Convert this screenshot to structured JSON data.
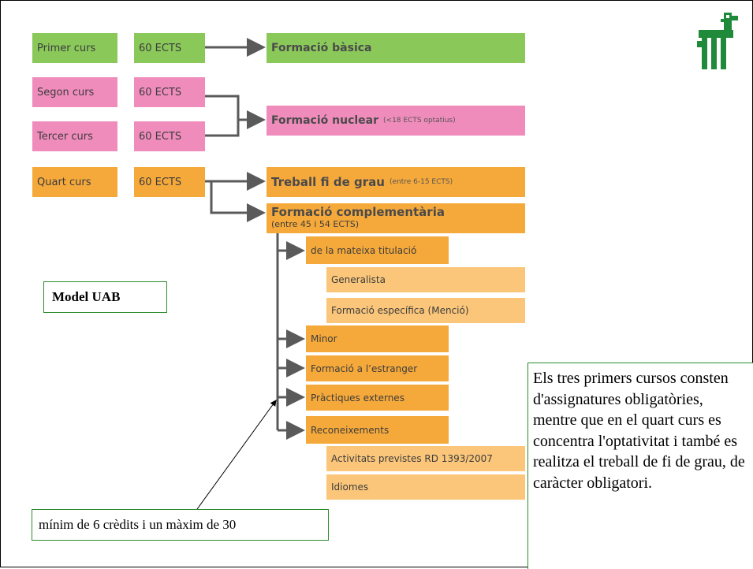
{
  "years": [
    {
      "name": "Primer curs",
      "credits": "60 ECTS"
    },
    {
      "name": "Segon curs",
      "credits": "60 ECTS"
    },
    {
      "name": "Tercer curs",
      "credits": "60 ECTS"
    },
    {
      "name": "Quart curs",
      "credits": "60 ECTS"
    }
  ],
  "blocks": {
    "basica": "Formació bàsica",
    "nuclear": "Formació nuclear",
    "nuclear_note": "(<18 ECTS optatius)",
    "tfg": "Treball fi de grau",
    "tfg_note": "(entre 6-15 ECTS)",
    "complementaria": "Formació complementària",
    "complementaria_note": "(entre 45 i 54 ECTS)"
  },
  "sub_items": {
    "mateixa": "de la mateixa titulació",
    "generalista": "Generalista",
    "especifica": "Formació específica (Menció)",
    "minor": "Minor",
    "estranger": "Formació a l’estranger",
    "practiques": "Pràctiques externes",
    "reconeixements": "Reconeixements",
    "activitats": "Activitats previstes RD 1393/2007",
    "idiomes": "Idiomes"
  },
  "model_label": "Model UAB",
  "note_credits": "mínim de 6 crèdits i un màxim de 30",
  "explanation": "Els tres primers cursos consten d'assignatures obligatòries, mentre que en el quart curs es concentra l'optativitat i també es realitza el treball de fi de grau, de caràcter obligatori.",
  "colors": {
    "green": "#8ac85a",
    "pink": "#f08cbc",
    "orange": "#f6a93b",
    "light_orange": "#fbc67a",
    "connector": "#5a5a5a",
    "textbox_border": "#2e8b2e",
    "logo": "#1f8a3a"
  }
}
